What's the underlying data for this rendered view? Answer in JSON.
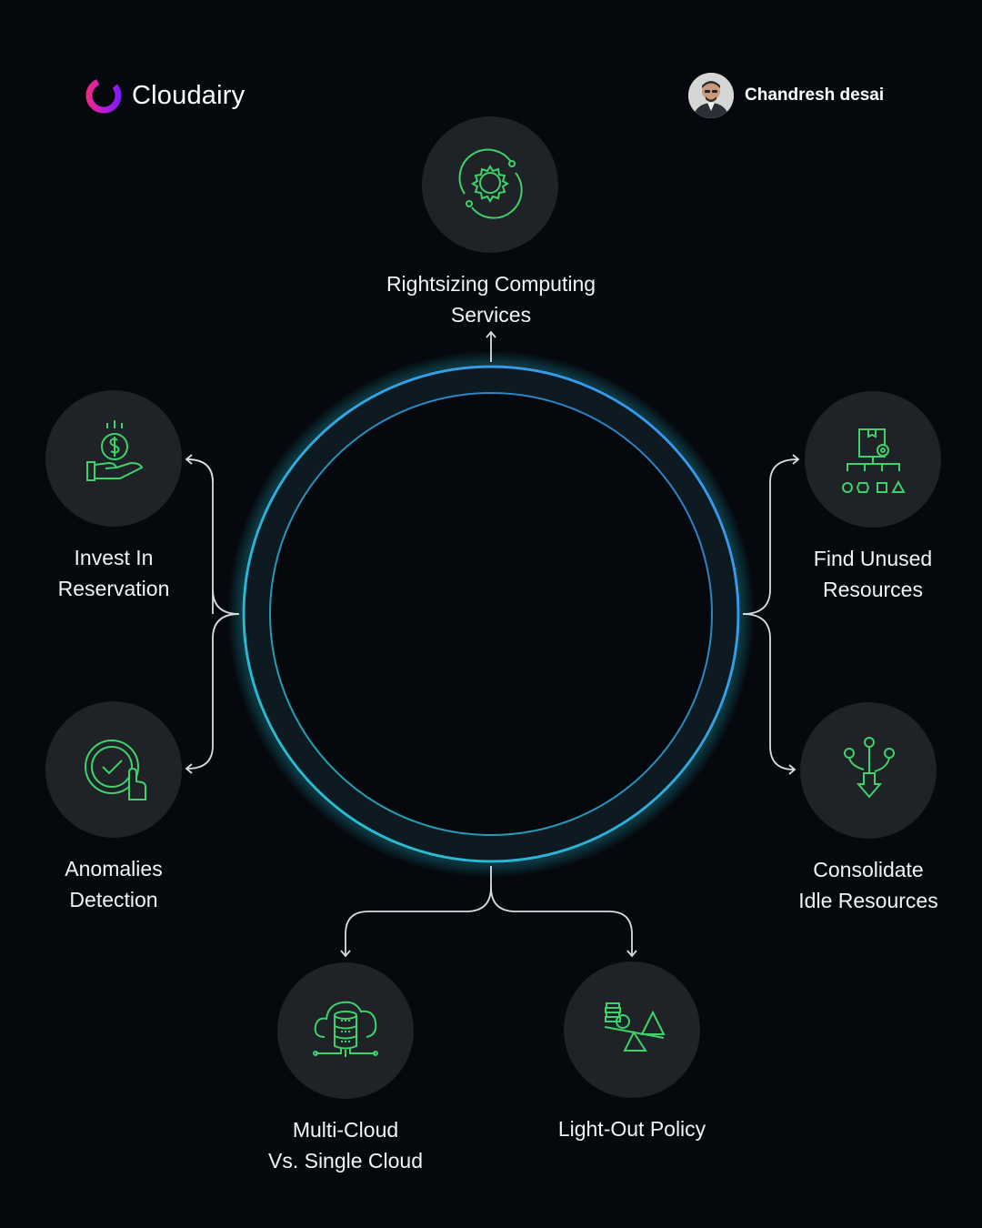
{
  "brand": {
    "name": "Cloudairy",
    "logo_icon": "cloudairy-logo-icon"
  },
  "author": {
    "name": "Chandresh desai",
    "avatar_icon": "author-avatar"
  },
  "colors": {
    "background": "#05080d",
    "node_fill": "#1f2328",
    "icon_green": "#3fd16a",
    "ring_cyan": "#25c4c9",
    "ring_blue": "#3a8ff0",
    "connector": "#d8dde2"
  },
  "nodes": [
    {
      "id": "rightsizing",
      "line1": "Rightsizing Computing",
      "line2": "Services",
      "icon": "gear-cycle-icon"
    },
    {
      "id": "invest",
      "line1": "Invest In",
      "line2": "Reservation",
      "icon": "hand-coin-icon"
    },
    {
      "id": "anomalies",
      "line1": "Anomalies",
      "line2": "Detection",
      "icon": "check-touch-icon"
    },
    {
      "id": "unused",
      "line1": "Find Unused",
      "line2": "Resources",
      "icon": "box-hierarchy-icon"
    },
    {
      "id": "consolidate",
      "line1": "Consolidate",
      "line2": "Idle Resources",
      "icon": "merge-arrow-icon"
    },
    {
      "id": "multicloud",
      "line1": "Multi-Cloud",
      "line2": "Vs. Single Cloud",
      "icon": "cloud-database-icon"
    },
    {
      "id": "lightout",
      "line1": "Light-Out Policy",
      "line2": "",
      "icon": "balance-scale-icon"
    }
  ]
}
